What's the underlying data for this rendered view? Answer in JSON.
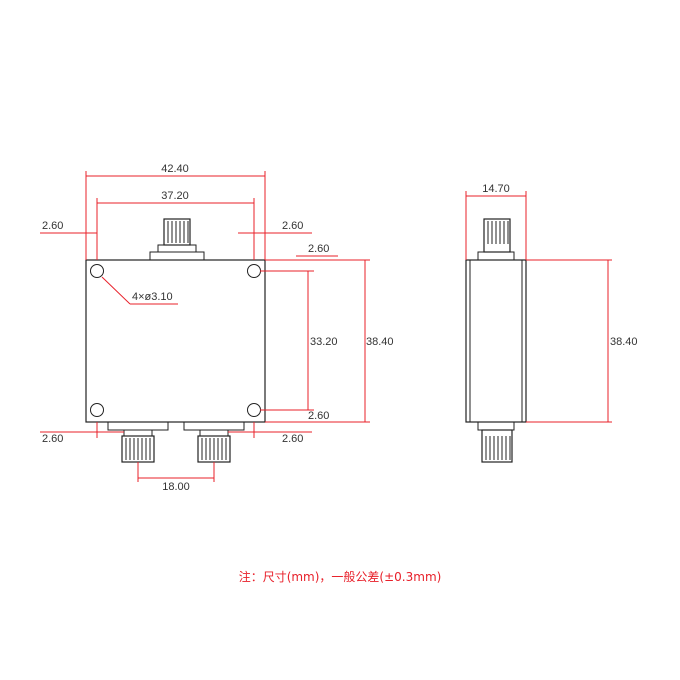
{
  "dimensions": {
    "front_width_total": "42.40",
    "front_width_holes": "37.20",
    "edge_top_left": "2.60",
    "edge_top_right": "2.60",
    "edge_right_top": "2.60",
    "edge_right_bottom": "2.60",
    "edge_bottom_left": "2.60",
    "edge_bottom_right": "2.60",
    "hole_callout": "4×ø3.10",
    "hole_spacing_vertical": "33.20",
    "front_height": "38.40",
    "output_spacing": "18.00",
    "side_width": "14.70",
    "side_height": "38.40"
  },
  "note": "注：尺寸(mm)，一般公差(±0.3mm)",
  "colors": {
    "dimension": "#e8202a",
    "outline": "#222222"
  }
}
